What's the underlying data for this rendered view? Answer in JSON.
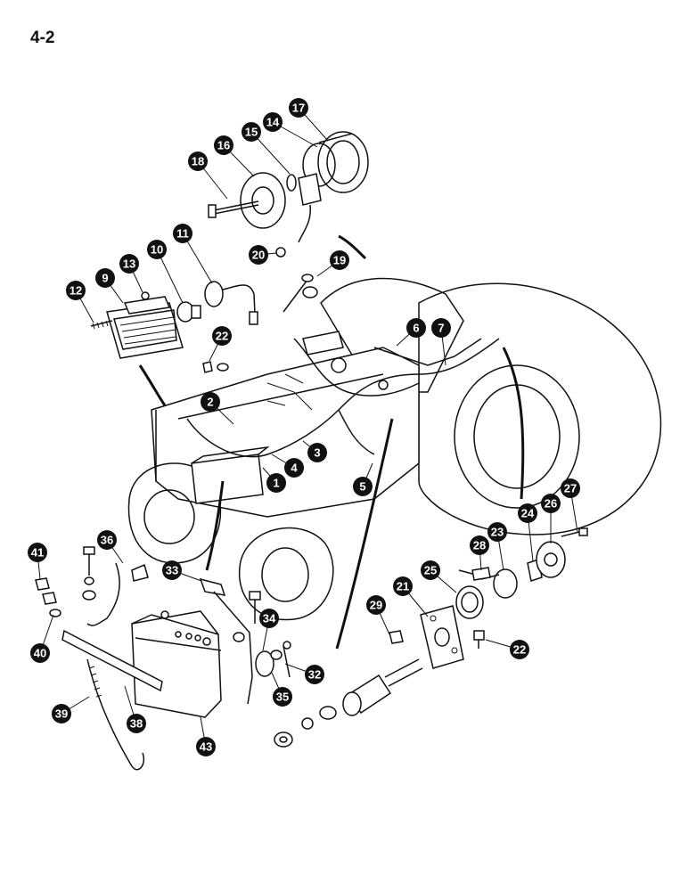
{
  "page": {
    "number": "4-2"
  },
  "callouts": [
    {
      "label": "1"
    },
    {
      "label": "2"
    },
    {
      "label": "3"
    },
    {
      "label": "4"
    },
    {
      "label": "5"
    },
    {
      "label": "6"
    },
    {
      "label": "7"
    },
    {
      "label": "9"
    },
    {
      "label": "10"
    },
    {
      "label": "11"
    },
    {
      "label": "12"
    },
    {
      "label": "13"
    },
    {
      "label": "14"
    },
    {
      "label": "15"
    },
    {
      "label": "16"
    },
    {
      "label": "17"
    },
    {
      "label": "18"
    },
    {
      "label": "19"
    },
    {
      "label": "20"
    },
    {
      "label": "21"
    },
    {
      "label": "22"
    },
    {
      "label": "22"
    },
    {
      "label": "23"
    },
    {
      "label": "24"
    },
    {
      "label": "25"
    },
    {
      "label": "26"
    },
    {
      "label": "27"
    },
    {
      "label": "28"
    },
    {
      "label": "29"
    },
    {
      "label": "32"
    },
    {
      "label": "33"
    },
    {
      "label": "34"
    },
    {
      "label": "35"
    },
    {
      "label": "36"
    },
    {
      "label": "38"
    },
    {
      "label": "39"
    },
    {
      "label": "40"
    },
    {
      "label": "41"
    },
    {
      "label": "43"
    }
  ]
}
